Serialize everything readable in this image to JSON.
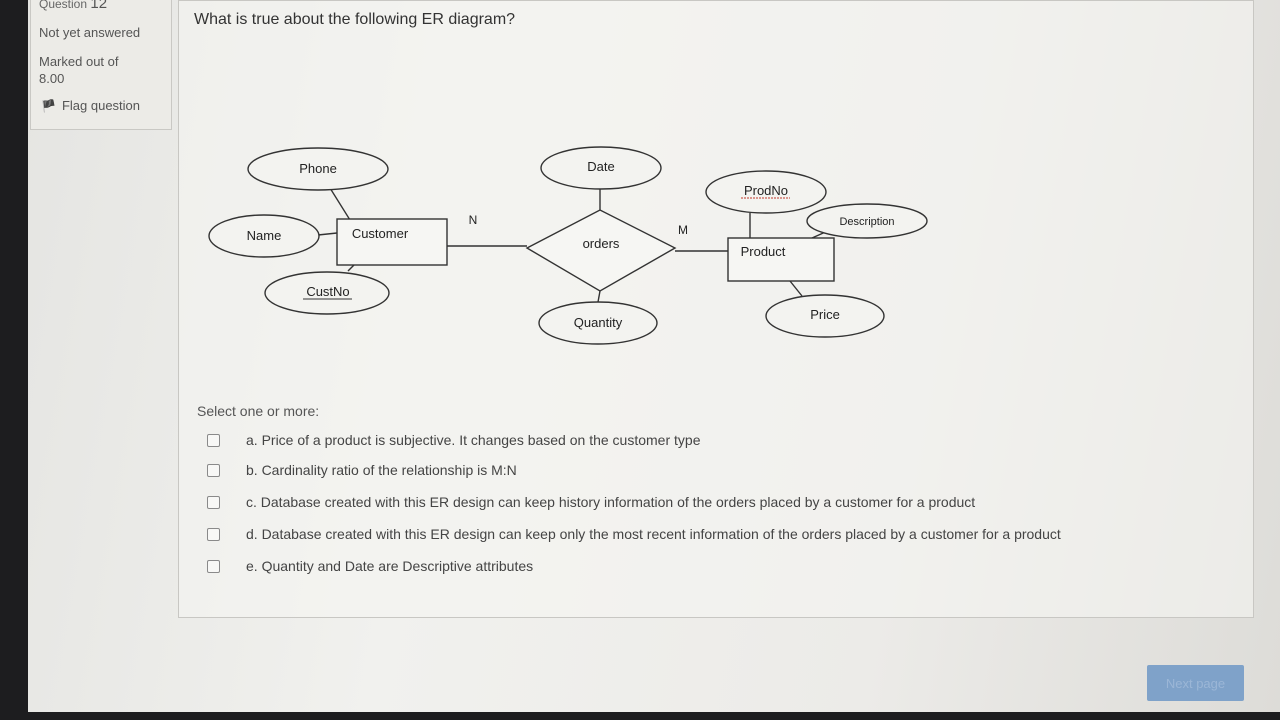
{
  "info": {
    "question_word": "Question",
    "question_number": "12",
    "state": "Not yet answered",
    "marked_line1": "Marked out of",
    "marked_line2": "8.00",
    "flag": "Flag question"
  },
  "question": {
    "text": "What is true about the following ER diagram?"
  },
  "diagram": {
    "entity_customer": "Customer",
    "entity_product": "Product",
    "relationship": "orders",
    "attr_phone": "Phone",
    "attr_name": "Name",
    "attr_custno": "CustNo",
    "attr_date": "Date",
    "attr_quantity": "Quantity",
    "attr_prodno": "ProdNo",
    "attr_description": "Description",
    "attr_price": "Price",
    "card_n": "N",
    "card_m": "M"
  },
  "answers": {
    "prompt": "Select one or more:",
    "options": [
      "a. Price of a product is subjective. It changes based on the customer type",
      "b. Cardinality ratio of the relationship is M:N",
      "c. Database created with this ER design can keep history information of the orders placed by a customer for a product",
      "d. Database created with this ER design can keep only the most recent information of the orders placed by a customer for a product",
      "e. Quantity and Date are Descriptive attributes"
    ]
  },
  "nav": {
    "next": "Next page"
  }
}
